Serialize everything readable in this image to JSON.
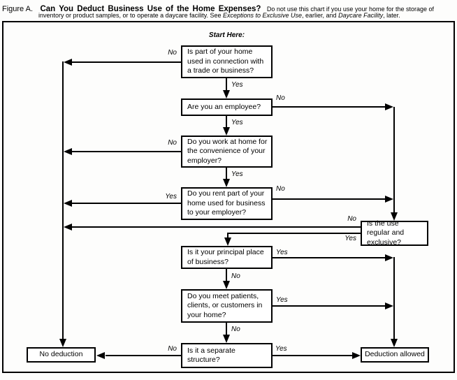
{
  "header": {
    "figure_label": "Figure A.",
    "title": "Can You Deduct Business Use of the Home Expenses?",
    "note_line1": "Do not use this chart if you use your home for the storage of",
    "note_line2_a": "inventory or product samples, or to operate a daycare facility. See ",
    "note_line2_b": "Exceptions to Exclusive Use",
    "note_line2_c": ", earlier, and ",
    "note_line2_d": "Daycare Facility",
    "note_line2_e": ", later."
  },
  "chart": {
    "type": "flowchart",
    "start_label": "Start Here:",
    "nodes": [
      {
        "id": "q1",
        "text": "Is part of your home used in connection with a trade or business?"
      },
      {
        "id": "q2",
        "text": "Are you an employee?"
      },
      {
        "id": "q3",
        "text": "Do you work at home for the convenience of your employer?"
      },
      {
        "id": "q4",
        "text": "Do you rent part of your home used for business to your employer?"
      },
      {
        "id": "q5",
        "text": "Is the use regular and exclusive?"
      },
      {
        "id": "q6",
        "text": "Is it your principal place of business?"
      },
      {
        "id": "q7",
        "text": "Do you meet patients, clients, or customers in your home?"
      },
      {
        "id": "q8",
        "text": "Is it a separate structure?"
      },
      {
        "id": "no_deduction",
        "text": "No deduction"
      },
      {
        "id": "deduction_allowed",
        "text": "Deduction allowed"
      }
    ],
    "edges": [
      {
        "id": "q1-no",
        "from": "q1",
        "to": "no_deduction",
        "label": "No"
      },
      {
        "id": "q1-yes",
        "from": "q1",
        "to": "q2",
        "label": "Yes"
      },
      {
        "id": "q2-no",
        "from": "q2",
        "to": "q5",
        "label": "No"
      },
      {
        "id": "q2-yes",
        "from": "q2",
        "to": "q3",
        "label": "Yes"
      },
      {
        "id": "q3-no",
        "from": "q3",
        "to": "no_deduction",
        "label": "No"
      },
      {
        "id": "q3-yes",
        "from": "q3",
        "to": "q4",
        "label": "Yes"
      },
      {
        "id": "q4-yes",
        "from": "q4",
        "to": "no_deduction",
        "label": "Yes"
      },
      {
        "id": "q4-no",
        "from": "q4",
        "to": "q5",
        "label": "No"
      },
      {
        "id": "q5-no",
        "from": "q5",
        "to": "no_deduction",
        "label": "No"
      },
      {
        "id": "q5-yes",
        "from": "q5",
        "to": "q6",
        "label": "Yes"
      },
      {
        "id": "q6-yes",
        "from": "q6",
        "to": "deduction_allowed",
        "label": "Yes"
      },
      {
        "id": "q6-no",
        "from": "q6",
        "to": "q7",
        "label": "No"
      },
      {
        "id": "q7-yes",
        "from": "q7",
        "to": "deduction_allowed",
        "label": "Yes"
      },
      {
        "id": "q7-no",
        "from": "q7",
        "to": "q8",
        "label": "No"
      },
      {
        "id": "q8-no",
        "from": "q8",
        "to": "no_deduction",
        "label": "No"
      },
      {
        "id": "q8-yes",
        "from": "q8",
        "to": "deduction_allowed",
        "label": "Yes"
      }
    ],
    "colors": {
      "line": "#000000",
      "box_border": "#000000",
      "background": "#fdfdfc",
      "text": "#000000"
    }
  }
}
